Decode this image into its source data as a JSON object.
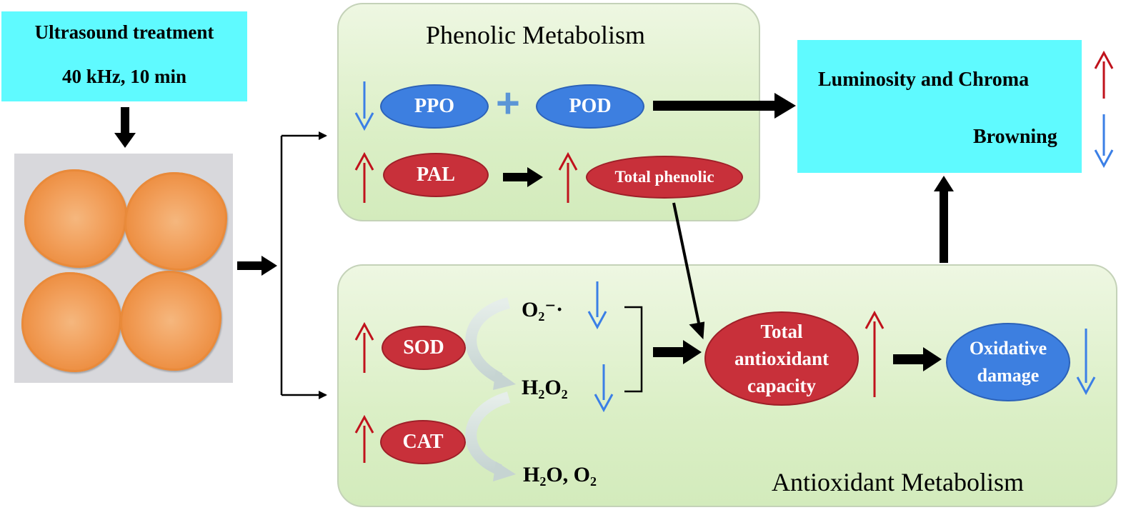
{
  "treatment": {
    "line1": "Ultrasound treatment",
    "line2": "40 kHz, 10 min"
  },
  "phenolic_panel": {
    "title": "Phenolic Metabolism",
    "ppo": "PPO",
    "pod": "POD",
    "plus": "+",
    "pal": "PAL",
    "total_phenolic": "Total phenolic"
  },
  "result_box": {
    "luminosity": "Luminosity and Chroma",
    "browning": "Browning"
  },
  "antioxidant_panel": {
    "title": "Antioxidant Metabolism",
    "sod": "SOD",
    "cat": "CAT",
    "superoxide": "O₂⁻·",
    "h2o2": "H₂O₂",
    "products": "H₂O, O₂",
    "total_antioxidant": "Total antioxidant capacity",
    "oxidative_damage": "Oxidative damage"
  },
  "colors": {
    "cyan_box": "#5ffaff",
    "enzyme_down_blue": "#3d7fe0",
    "enzyme_up_red": "#c8303a",
    "arrow_up_red": "#c0121c",
    "arrow_down_blue": "#3b7fe6",
    "panel_green": "#dbefc6"
  }
}
